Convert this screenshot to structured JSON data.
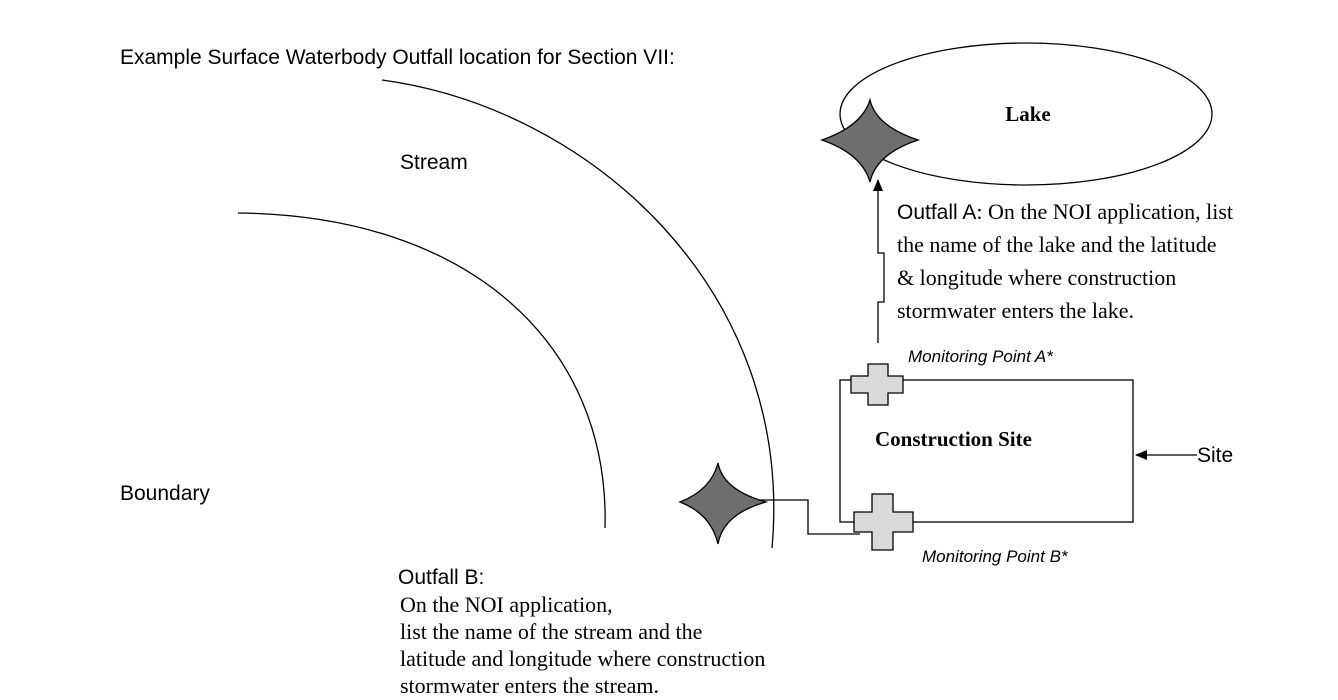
{
  "title": "Example Surface Waterbody Outfall location for Section VII:",
  "stream_label": "Stream",
  "lake_label": "Lake",
  "construction_site_label": "Construction Site",
  "site_boundary": {
    "site": "Site",
    "boundary": "Boundary"
  },
  "monitoring_point_a": "Monitoring Point A*",
  "monitoring_point_b": "Monitoring Point B*",
  "outfall_a": {
    "heading": "Outfall A",
    "lines": [
      ": On the NOI application, list",
      "the name of the lake and the latitude",
      "& longitude where construction",
      "stormwater enters the lake."
    ]
  },
  "outfall_b": {
    "heading": "Outfall B",
    "heading_suffix": ":",
    "lines": [
      "On the NOI application,",
      "list the name of the stream and the",
      "latitude and longitude where construction",
      "stormwater enters the stream."
    ]
  },
  "colors": {
    "outfall_fill": "#6e6e6e",
    "monitoring_fill": "#d9d9d9",
    "stroke": "#000000"
  }
}
